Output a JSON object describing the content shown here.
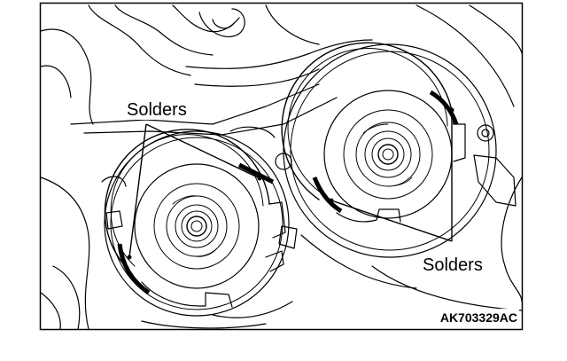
{
  "figure": {
    "callouts": [
      {
        "label": "Solders"
      },
      {
        "label": "Solders"
      }
    ],
    "figure_code": "AK703329AC"
  }
}
